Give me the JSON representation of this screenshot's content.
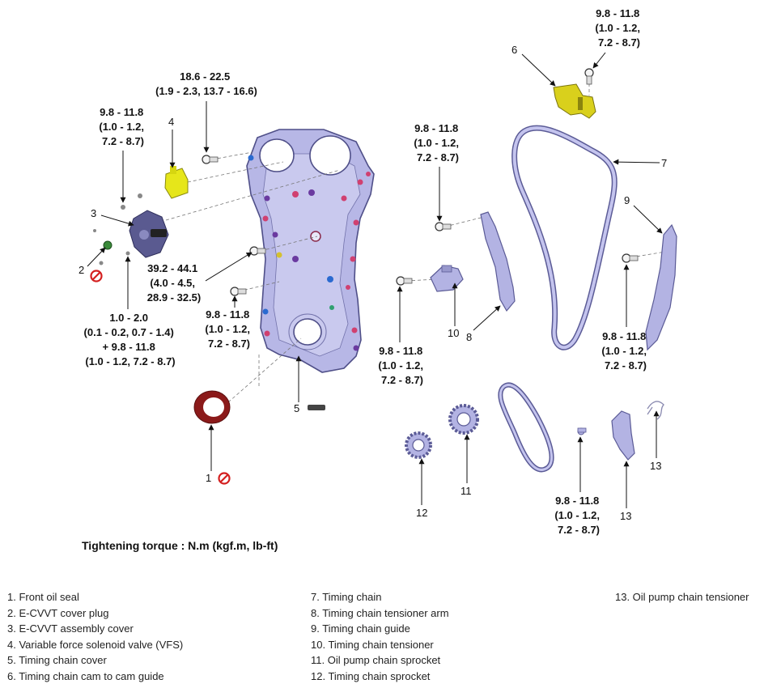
{
  "torque_specs": {
    "t_top": [
      "9.8 - 11.8",
      "(1.0 - 1.2,",
      "7.2 - 8.7)"
    ],
    "t_cover_top": [
      "18.6 - 22.5",
      "(1.9 - 2.3, 13.7 - 16.6)"
    ],
    "t_left_upper": [
      "9.8 - 11.8",
      "(1.0 - 1.2,",
      "7.2 - 8.7)"
    ],
    "t_mid": [
      "9.8 - 11.8",
      "(1.0 - 1.2,",
      "7.2 - 8.7)"
    ],
    "t_big": [
      "39.2 - 44.1",
      "(4.0 - 4.5,",
      "28.9 - 32.5)"
    ],
    "t_cover_lower": [
      "9.8 - 11.8",
      "(1.0 - 1.2,",
      "7.2 - 8.7)"
    ],
    "t_left_lower": [
      "1.0 - 2.0",
      "(0.1 - 0.2, 0.7 - 1.4)",
      "+ 9.8 - 11.8",
      "(1.0 - 1.2, 7.2 - 8.7)"
    ],
    "t_tensioner": [
      "9.8 - 11.8",
      "(1.0 - 1.2,",
      "7.2 - 8.7)"
    ],
    "t_guide": [
      "9.8 - 11.8",
      "(1.0 - 1.2,",
      "7.2 - 8.7)"
    ],
    "t_oilpump": [
      "9.8 - 11.8",
      "(1.0 - 1.2,",
      "7.2 - 8.7)"
    ]
  },
  "callouts": {
    "c1": "1",
    "c2": "2",
    "c3": "3",
    "c4": "4",
    "c5": "5",
    "c6": "6",
    "c7": "7",
    "c8": "8",
    "c9": "9",
    "c10": "10",
    "c11": "11",
    "c12": "12",
    "c13a": "13",
    "c13b": "13"
  },
  "caption": "Tightening torque : N.m (kgf.m, lb-ft)",
  "legend": {
    "col1": [
      "1. Front oil seal",
      "2. E-CVVT cover plug",
      "3. E-CVVT assembly cover",
      "4. Variable force solenoid valve (VFS)",
      "5. Timing chain cover",
      "6. Timing chain cam to cam guide"
    ],
    "col2": [
      "7. Timing chain",
      "8. Timing chain tensioner arm",
      "9. Timing chain guide",
      "10. Timing chain tensioner",
      "11. Oil pump chain sprocket",
      "12. Timing chain sprocket"
    ],
    "col3": [
      "13. Oil pump chain tensioner"
    ]
  },
  "colors": {
    "part_fill": "#b3b3e3",
    "part_stroke": "#5b5b96",
    "seal": "#8b1a1a",
    "solenoid": "#e6e61a",
    "bracket": "#d9d01c",
    "no_reuse": "#d42020"
  }
}
